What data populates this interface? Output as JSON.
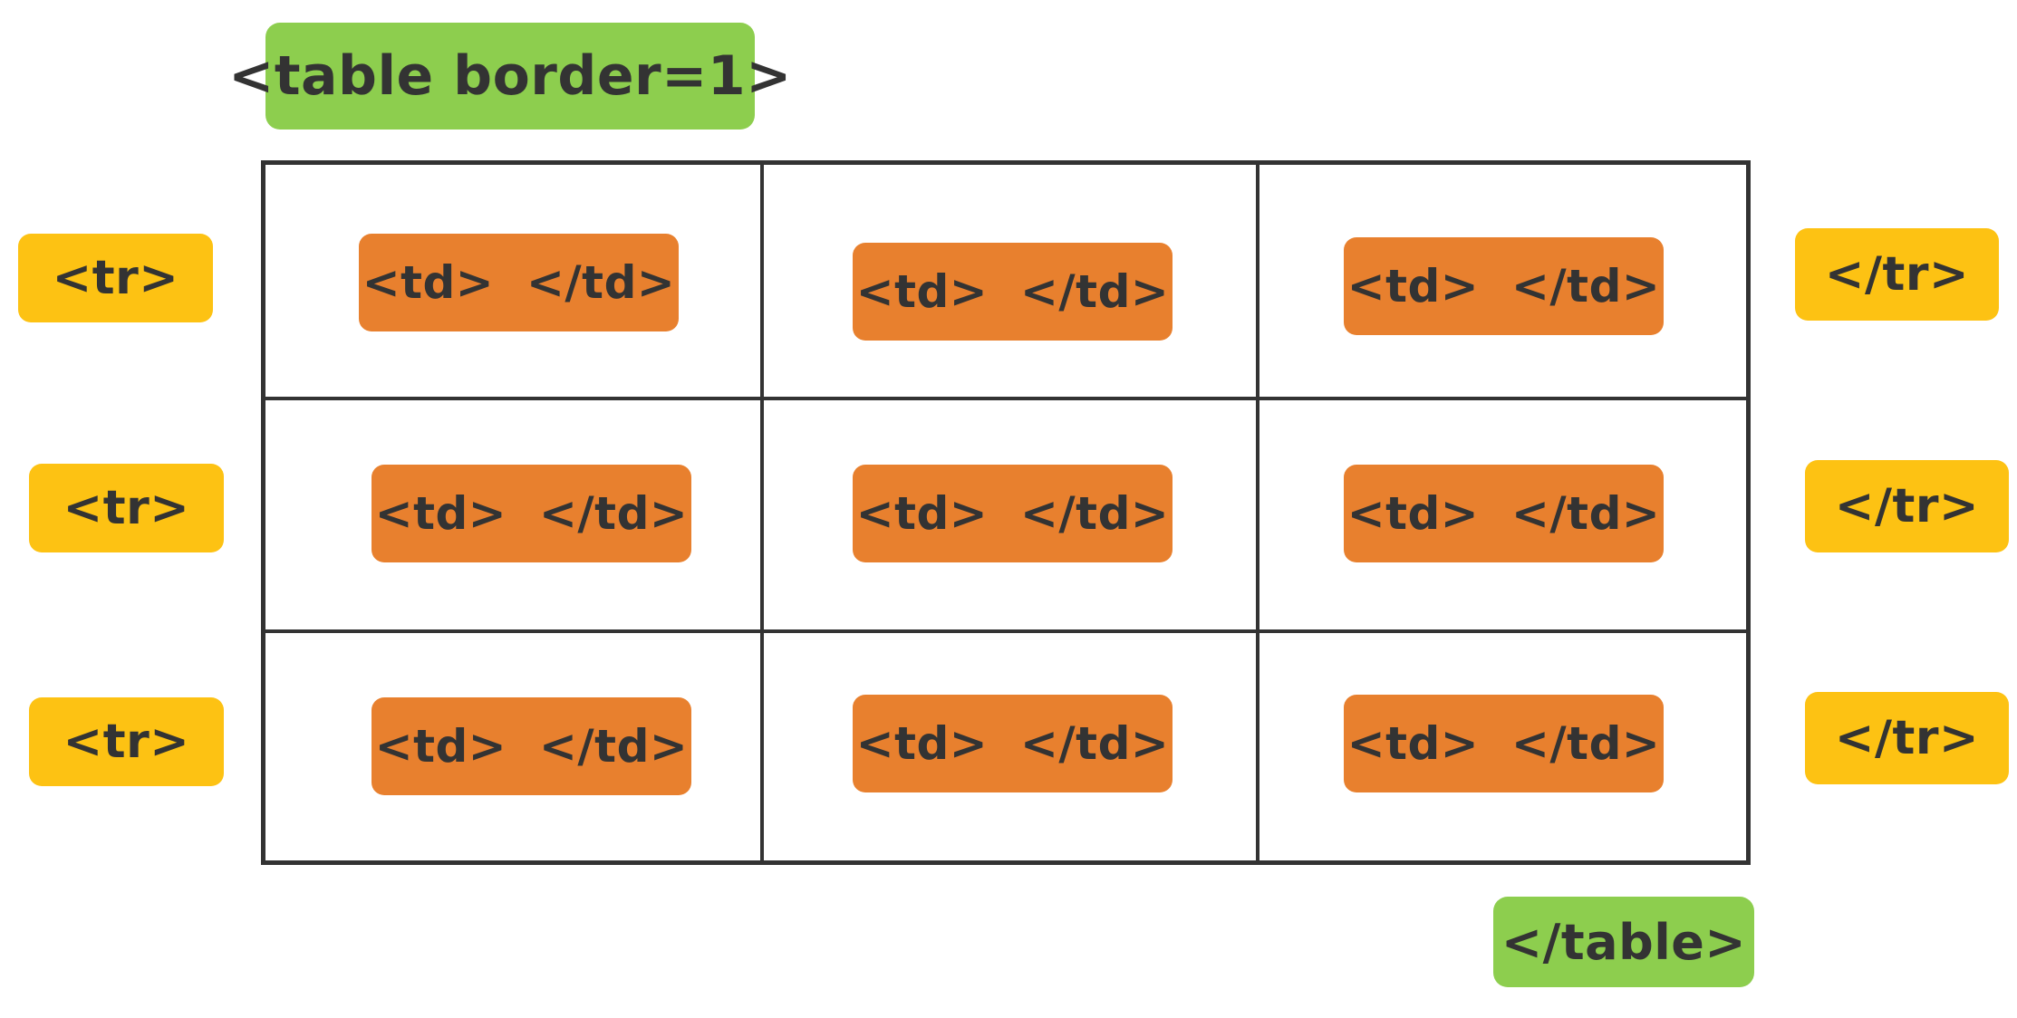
{
  "diagram": {
    "title_label": "<table border=1>",
    "close_label": "</table>",
    "row_open_label": "<tr>",
    "row_close_label": "</tr>",
    "cell_label": "<td>  </td>",
    "colors": {
      "table_tag": "#8DCE4E",
      "row_tag": "#FDC213",
      "cell_tag": "#E8802E",
      "border": "#333333",
      "text": "#333333",
      "background": "#FFFFFF"
    },
    "grid": {
      "rows": 3,
      "columns": 3
    },
    "rows": [
      {
        "open_tag": "<tr>",
        "close_tag": "</tr>",
        "cells": [
          {
            "label": "<td>  </td>"
          },
          {
            "label": "<td>  </td>"
          },
          {
            "label": "<td>  </td>"
          }
        ]
      },
      {
        "open_tag": "<tr>",
        "close_tag": "</tr>",
        "cells": [
          {
            "label": "<td>  </td>"
          },
          {
            "label": "<td>  </td>"
          },
          {
            "label": "<td>  </td>"
          }
        ]
      },
      {
        "open_tag": "<tr>",
        "close_tag": "</tr>",
        "cells": [
          {
            "label": "<td>  </td>"
          },
          {
            "label": "<td>  </td>"
          },
          {
            "label": "<td>  </td>"
          }
        ]
      }
    ]
  }
}
